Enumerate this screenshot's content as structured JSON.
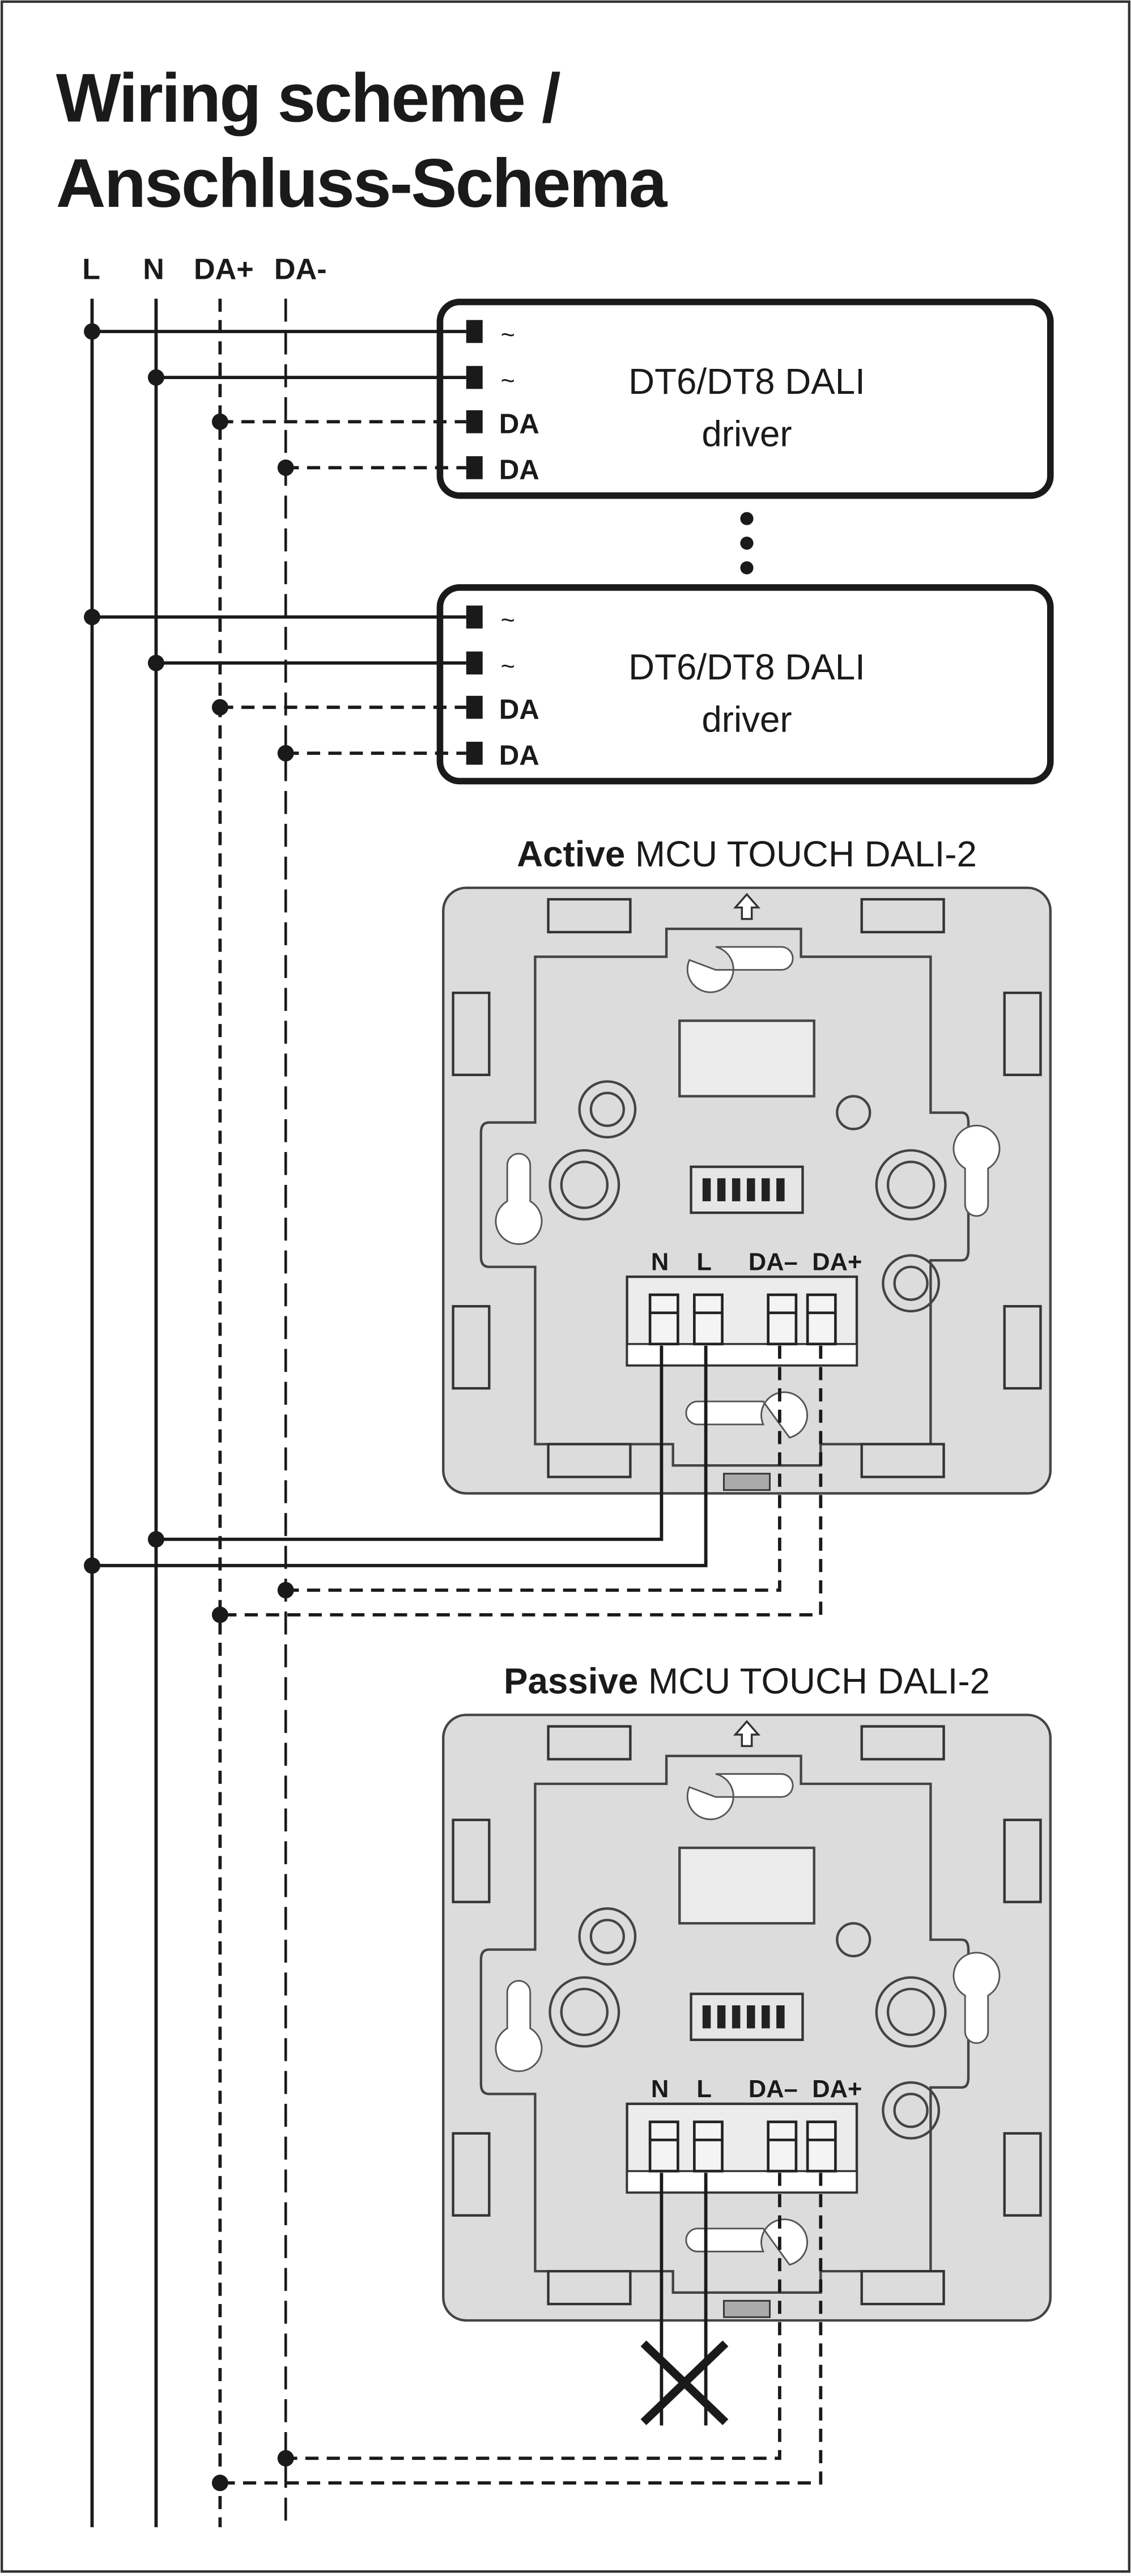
{
  "title": {
    "line1": "Wiring scheme /",
    "line2": "Anschluss-Schema"
  },
  "bus_labels": [
    "L",
    "N",
    "DA+",
    "DA-"
  ],
  "drivers": [
    {
      "name_line1": "DT6/DT8 DALI",
      "name_line2": "driver",
      "pins": [
        "~",
        "~",
        "DA",
        "DA"
      ]
    },
    {
      "name_line1": "DT6/DT8 DALI",
      "name_line2": "driver",
      "pins": [
        "~",
        "~",
        "DA",
        "DA"
      ]
    }
  ],
  "devices": [
    {
      "role": "Active",
      "model": "MCU TOUCH DALI-2",
      "terminals": [
        "N",
        "L",
        "DA–",
        "DA+"
      ],
      "mains_connected": true
    },
    {
      "role": "Passive",
      "model": "MCU TOUCH DALI-2",
      "terminals": [
        "N",
        "L",
        "DA–",
        "DA+"
      ],
      "mains_connected": false
    }
  ],
  "colors": {
    "line": "#1a1a1a",
    "plate": "#dcdcdc"
  }
}
